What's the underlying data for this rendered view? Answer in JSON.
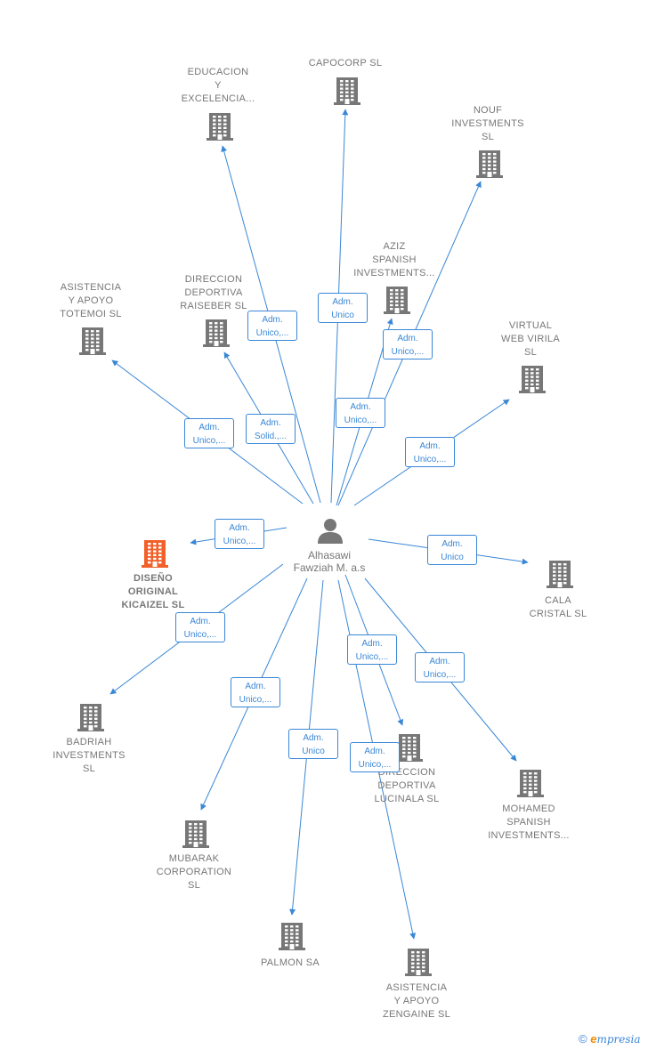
{
  "center": {
    "name": "Alhasawi\nFawziah M. a.s"
  },
  "colors": {
    "edge": "#3a87d6",
    "building": "#777777",
    "highlight": "#f2602a"
  },
  "nodes": [
    {
      "id": "educacion",
      "label": "EDUCACION\nY\nEXCELENCIA...",
      "highlight": false
    },
    {
      "id": "capocorp",
      "label": "CAPOCORP  SL",
      "highlight": false
    },
    {
      "id": "nouf",
      "label": "NOUF\nINVESTMENTS\nSL",
      "highlight": false
    },
    {
      "id": "aziz",
      "label": "AZIZ\nSPANISH\nINVESTMENTS...",
      "highlight": false
    },
    {
      "id": "raiseber",
      "label": "DIRECCION\nDEPORTIVA\nRAISEBER  SL",
      "highlight": false
    },
    {
      "id": "totemoi",
      "label": "ASISTENCIA\nY APOYO\nTOTEMOI  SL",
      "highlight": false
    },
    {
      "id": "virila",
      "label": "VIRTUAL\nWEB VIRILA\nSL",
      "highlight": false
    },
    {
      "id": "kicaizel",
      "label": "DISEÑO\nORIGINAL\nKICAIZEL  SL",
      "highlight": true
    },
    {
      "id": "cala",
      "label": "CALA\nCRISTAL  SL",
      "highlight": false
    },
    {
      "id": "badriah",
      "label": "BADRIAH\nINVESTMENTS\nSL",
      "highlight": false
    },
    {
      "id": "lucinala",
      "label": "DIRECCION\nDEPORTIVA\nLUCINALA  SL",
      "highlight": false
    },
    {
      "id": "mohamed",
      "label": "MOHAMED\nSPANISH\nINVESTMENTS...",
      "highlight": false
    },
    {
      "id": "mubarak",
      "label": "MUBARAK\nCORPORATION\nSL",
      "highlight": false
    },
    {
      "id": "palmon",
      "label": "PALMON SA",
      "highlight": false
    },
    {
      "id": "zengaine",
      "label": "ASISTENCIA\nY APOYO\nZENGAINE  SL",
      "highlight": false
    }
  ],
  "badges": [
    {
      "line1": "Adm.",
      "line2": "Unico,..."
    },
    {
      "line1": "Adm.",
      "line2": "Unico"
    },
    {
      "line1": "Adm.",
      "line2": "Unico,..."
    },
    {
      "line1": "Adm.",
      "line2": "Unico,..."
    },
    {
      "line1": "Adm.",
      "line2": "Solid.,..."
    },
    {
      "line1": "Adm.",
      "line2": "Unico,..."
    },
    {
      "line1": "Adm.",
      "line2": "Unico,..."
    },
    {
      "line1": "Adm.",
      "line2": "Unico,..."
    },
    {
      "line1": "Adm.",
      "line2": "Unico"
    },
    {
      "line1": "Adm.",
      "line2": "Unico,..."
    },
    {
      "line1": "Adm.",
      "line2": "Unico,..."
    },
    {
      "line1": "Adm.",
      "line2": "Unico,..."
    },
    {
      "line1": "Adm.",
      "line2": "Unico,..."
    },
    {
      "line1": "Adm.",
      "line2": "Unico"
    },
    {
      "line1": "Adm.",
      "line2": "Unico,..."
    }
  ],
  "footer": {
    "copyright": "©",
    "brand_e": "e",
    "brand_rest": "mpresia"
  }
}
